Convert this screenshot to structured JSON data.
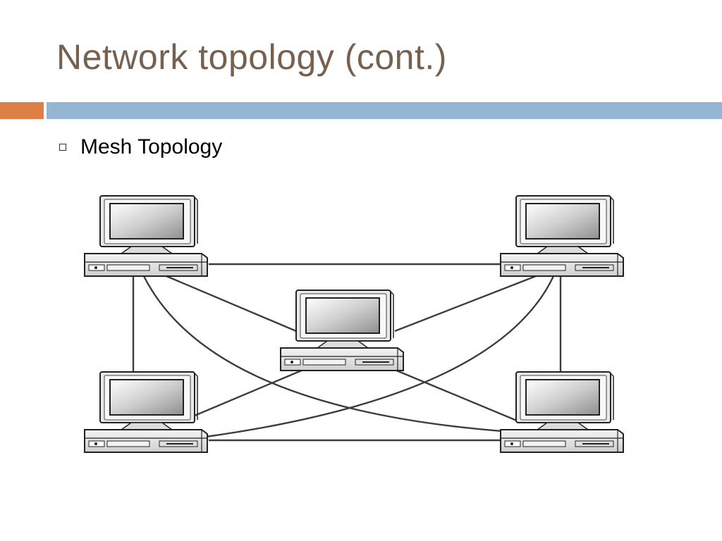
{
  "slide": {
    "title": "Network topology (cont.)",
    "bullets": [
      "Mesh Topology"
    ]
  },
  "colors": {
    "title": "#76604f",
    "accent_orange": "#dd8047",
    "accent_blue": "#94b6d2"
  },
  "diagram": {
    "type": "mesh-topology",
    "nodes": [
      {
        "id": "computer-top-left",
        "icon": "desktop-computer-icon"
      },
      {
        "id": "computer-top-right",
        "icon": "desktop-computer-icon"
      },
      {
        "id": "computer-center",
        "icon": "desktop-computer-icon"
      },
      {
        "id": "computer-bottom-left",
        "icon": "desktop-computer-icon"
      },
      {
        "id": "computer-bottom-right",
        "icon": "desktop-computer-icon"
      }
    ],
    "links": [
      [
        "computer-top-left",
        "computer-top-right"
      ],
      [
        "computer-top-left",
        "computer-bottom-left"
      ],
      [
        "computer-top-left",
        "computer-center"
      ],
      [
        "computer-top-left",
        "computer-bottom-right"
      ],
      [
        "computer-top-right",
        "computer-bottom-right"
      ],
      [
        "computer-top-right",
        "computer-center"
      ],
      [
        "computer-top-right",
        "computer-bottom-left"
      ],
      [
        "computer-bottom-left",
        "computer-bottom-right"
      ],
      [
        "computer-bottom-left",
        "computer-center"
      ],
      [
        "computer-bottom-right",
        "computer-center"
      ]
    ]
  }
}
